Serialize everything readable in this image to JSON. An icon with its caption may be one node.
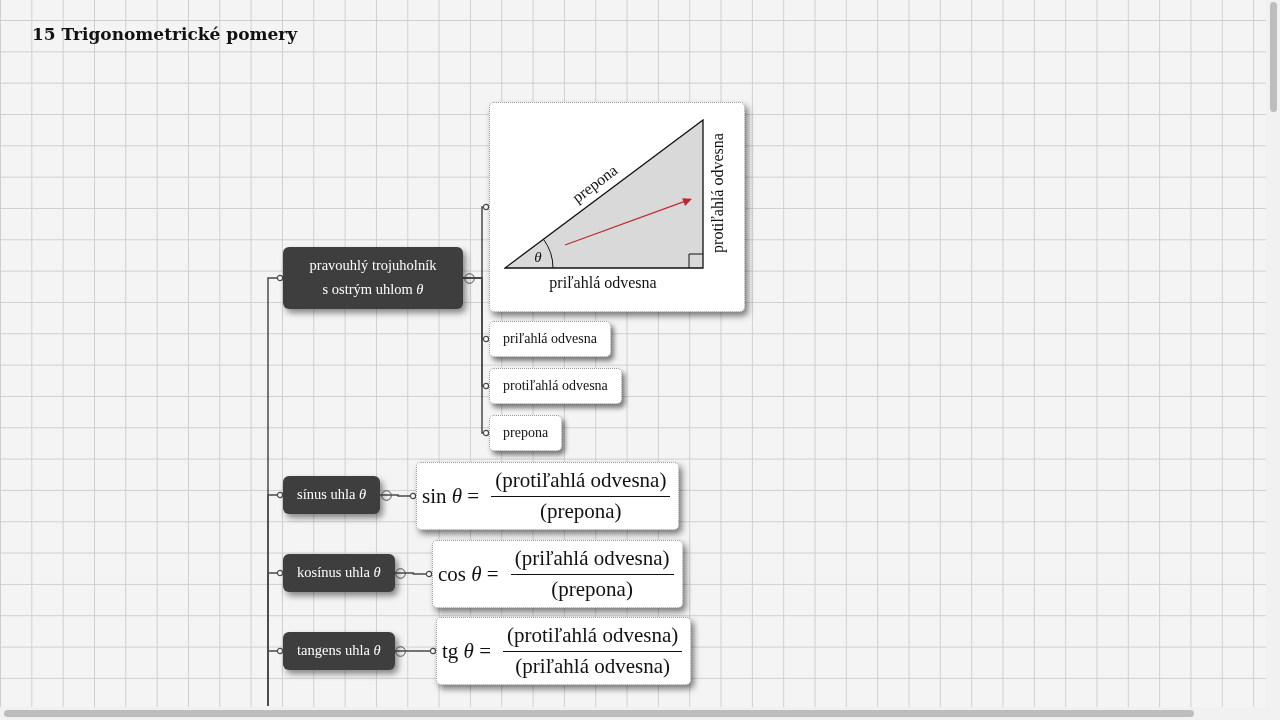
{
  "diagram": {
    "title": "15 Trigonometrické pomery",
    "nodes": [
      {
        "text": [
          "pravouhlý trojuholník s ostrým uhlom *θ*"
        ]
      },
      {
        "text": [
          "prepona",
          "protiľahlá odvesna",
          "θ",
          "priľahlá odvesna"
        ]
      },
      {
        "text": [
          "priľahlá odvesna"
        ]
      },
      {
        "text": [
          "protiľahlá odvesna"
        ]
      },
      {
        "text": [
          "prepona"
        ]
      },
      {
        "text": [
          "sínus uhla *θ*"
        ]
      },
      {
        "text": [
          "sin *θ* =",
          "(protiľahlá odvesna)",
          "(prepona)"
        ]
      },
      {
        "text": [
          "kosínus uhla *θ*"
        ]
      },
      {
        "text": [
          "cos *θ* =",
          "(priľahlá odvesna)",
          "(prepona)"
        ]
      },
      {
        "text": [
          "tangens uhla *θ*"
        ]
      },
      {
        "text": [
          "tg *θ* =",
          "(protiľahlá odvesna)",
          "(priľahlá odvesna)"
        ]
      }
    ],
    "edges": [
      {
        "from": null,
        "to": 0,
        "arrow": "other"
      },
      {
        "from": 0,
        "to": 1,
        "arrow": "other"
      },
      {
        "from": 0,
        "to": 2,
        "arrow": "other"
      },
      {
        "from": 0,
        "to": 3,
        "arrow": "other"
      },
      {
        "from": 0,
        "to": 4,
        "arrow": "other"
      },
      {
        "from": null,
        "to": 5,
        "arrow": "other"
      },
      {
        "from": 5,
        "to": 6,
        "arrow": "other"
      },
      {
        "from": null,
        "to": 7,
        "arrow": "other"
      },
      {
        "from": 7,
        "to": 8,
        "arrow": "other"
      },
      {
        "from": null,
        "to": 9,
        "arrow": "other"
      },
      {
        "from": 9,
        "to": 10,
        "arrow": "other"
      }
    ]
  }
}
